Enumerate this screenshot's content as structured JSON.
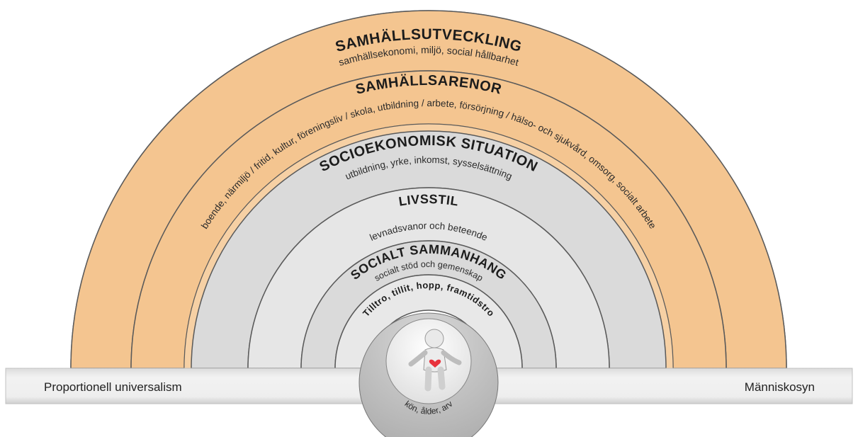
{
  "layers": [
    {
      "id": "samhallsutveckling",
      "title": "SAMHÄLLSUTVECKLING",
      "subtitle": "samhällsekonomi, miljö, social hållbarhet",
      "color": "#f3c48f"
    },
    {
      "id": "samhallsarenor",
      "title": "SAMHÄLLSARENOR",
      "subtitle": "boende, närmiljö / fritid, kultur, föreningsliv / skola, utbildning / arbete, försörjning / hälso- och sjukvård, omsorg, socialt arbete",
      "color": "#f3c48f"
    },
    {
      "id": "socioekonomisk",
      "title": "SOCIOEKONOMISK SITUATION",
      "subtitle": "utbildning, yrke, inkomst, sysselsättning",
      "color": "#d9d9d9"
    },
    {
      "id": "livsstil",
      "title": "LIVSSTIL",
      "subtitle": "levnadsvanor och beteende",
      "color": "#e4e4e4"
    },
    {
      "id": "socialt",
      "title": "SOCIALT SAMMANHANG",
      "subtitle": "socialt stöd och gemenskap",
      "color": "#d9d9d9"
    },
    {
      "id": "tilltro",
      "title": "Tilltro, tillit, hopp, framtidstro",
      "subtitle": "",
      "color": "#e4e4e4"
    }
  ],
  "core": {
    "label": "kön, ålder, arv"
  },
  "bar": {
    "left": "Proportionell universalism",
    "right": "Människosyn"
  },
  "colors": {
    "outline": "#555555",
    "bar": "#eeeeee",
    "bar_shadow": "#c8c8c8",
    "heart": "#e8323c"
  }
}
